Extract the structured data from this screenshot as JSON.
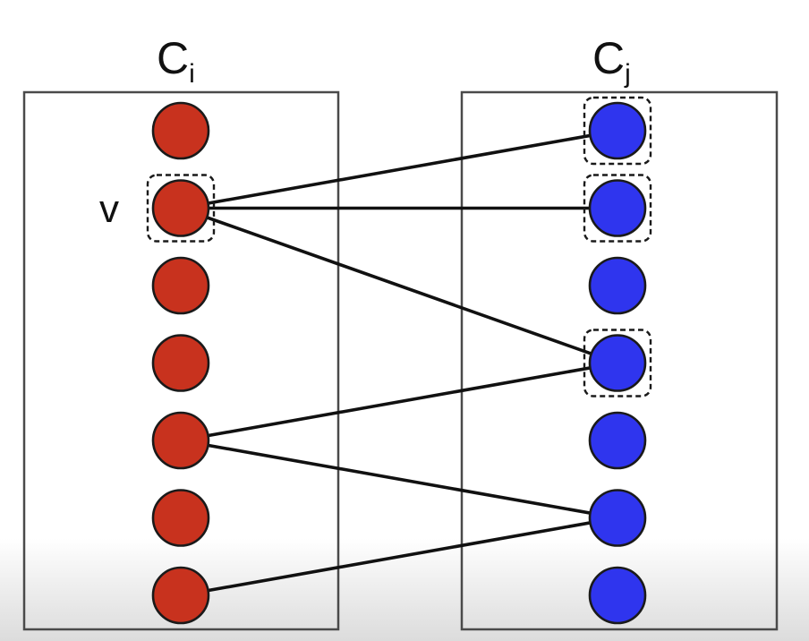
{
  "left_cluster": {
    "label_main": "C",
    "label_sub": "i",
    "node_count": 7
  },
  "right_cluster": {
    "label_main": "C",
    "label_sub": "j",
    "node_count": 7
  },
  "vertex_label": "v",
  "colors": {
    "left_node": "#c8321e",
    "right_node": "#2f35ee",
    "edge": "#111111",
    "box": "#4a4a4a"
  },
  "edges": [
    {
      "from": 2,
      "to": 1
    },
    {
      "from": 2,
      "to": 2
    },
    {
      "from": 2,
      "to": 4
    },
    {
      "from": 5,
      "to": 4
    },
    {
      "from": 5,
      "to": 6
    },
    {
      "from": 7,
      "to": 6
    }
  ],
  "highlighted": {
    "left": [
      2
    ],
    "right": [
      1,
      2,
      4
    ]
  }
}
